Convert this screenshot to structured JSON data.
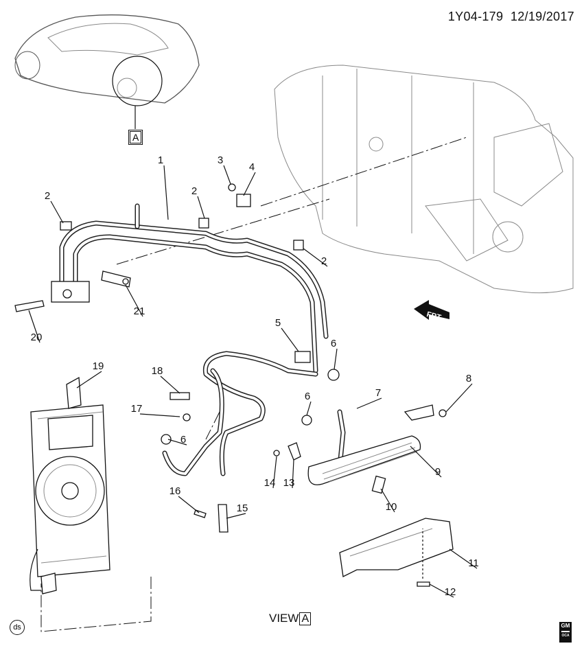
{
  "header": {
    "diagram_id": "1Y04-179",
    "date": "12/19/2017"
  },
  "view_label": {
    "text": "VIEW",
    "ref": "A"
  },
  "detail_ref": "A",
  "direction_label": "FRT",
  "ds_mark": "ds",
  "logo": {
    "text": "GM",
    "sub": "OCA"
  },
  "callouts": [
    "1",
    "3",
    "4",
    "2",
    "2",
    "2",
    "21",
    "20",
    "5",
    "6",
    "19",
    "18",
    "8",
    "7",
    "6",
    "17",
    "6",
    "9",
    "14",
    "13",
    "10",
    "16",
    "15",
    "11",
    "12"
  ]
}
